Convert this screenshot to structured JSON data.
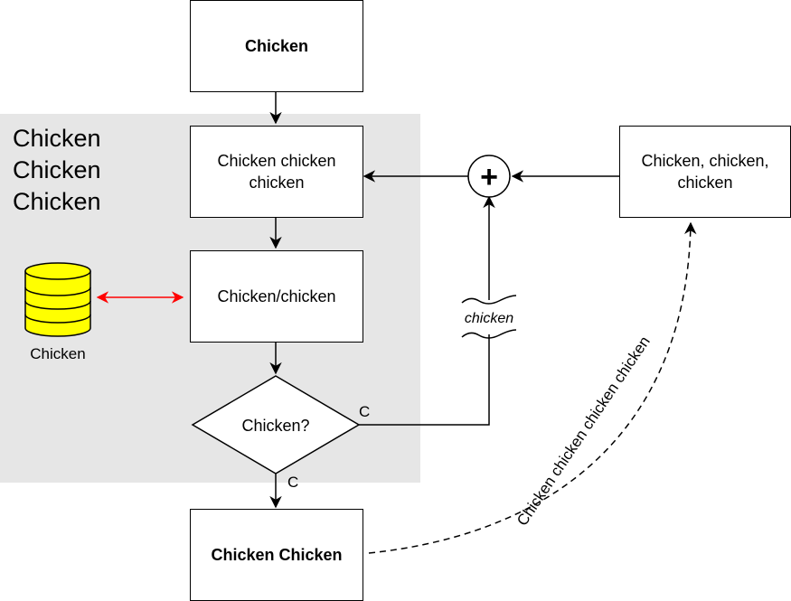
{
  "region": {
    "title_lines": [
      "Chicken",
      "Chicken",
      "Chicken"
    ]
  },
  "nodes": {
    "top_box": "Chicken",
    "process_box": "Chicken chicken chicken",
    "io_box": "Chicken/chicken",
    "decision": "Chicken?",
    "result_box": "Chicken Chicken",
    "external_box": "Chicken, chicken, chicken",
    "database_label": "Chicken",
    "sum_symbol": "+"
  },
  "edge_labels": {
    "decision_right": "C",
    "decision_bottom": "C",
    "break_label": "chicken",
    "curve_label": "Chicken chicken chicken chicken"
  },
  "colors": {
    "region_fill": "#e6e6e6",
    "database_fill": "#ffff00",
    "bidirectional_arrow": "#ff0000"
  }
}
